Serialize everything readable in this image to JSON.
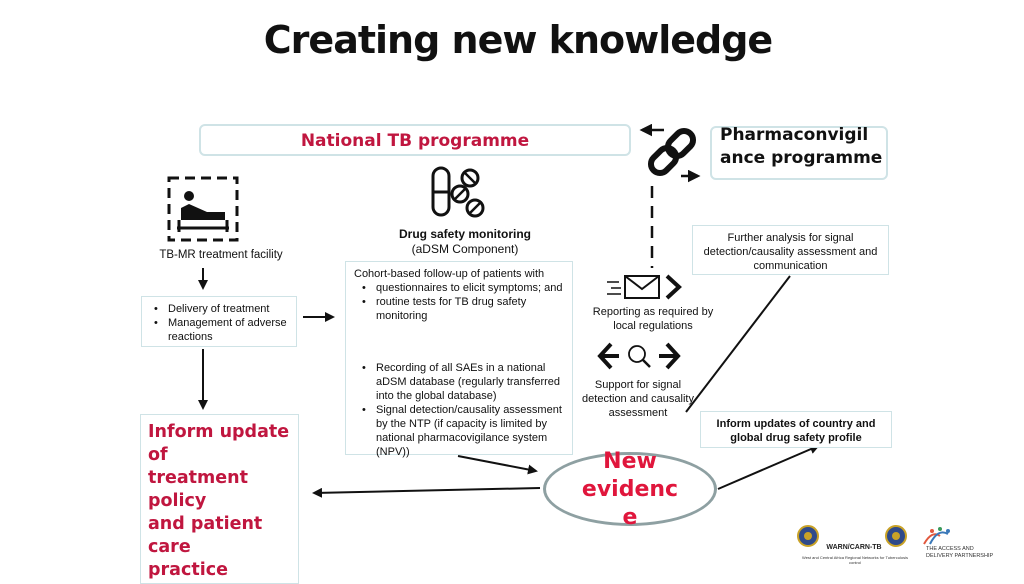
{
  "title": "Creating new knowledge",
  "national_tb_programme": "National TB programme",
  "pharmacovigilance_programme": "Pharmaconvigil ance programme",
  "facility": {
    "label": "TB-MR treatment facility",
    "bullets": [
      "Delivery of treatment",
      "Management of adverse reactions"
    ]
  },
  "drug_safety": {
    "title": "Drug safety monitoring",
    "subtitle": "(aDSM Component)",
    "intro": "Cohort-based follow-up of patients with",
    "bullets_a": [
      "questionnaires to elicit symptoms; and",
      "routine tests for TB drug safety monitoring"
    ],
    "bullets_b": [
      "Recording of all SAEs in a national aDSM database (regularly transferred into the global database)",
      "Signal detection/causality assessment by the NTP (if capacity is limited by national pharmacovigilance system (NPV))"
    ]
  },
  "further_analysis": "Further analysis for signal detection/causality assessment and communication",
  "reporting": "Reporting as required by local regulations",
  "support": "Support for signal detection and causality assessment",
  "inform_country": "Inform updates of country and global drug safety profile",
  "inform_policy": "Inform update of\ntreatment policy\nand patient care\npractice",
  "new_evidence": "New\nevidenc\ne",
  "logos": {
    "warn": "WARN/CARN-TB",
    "warn_sub": "West and Central Africa Regional Networks for Tuberculosis control",
    "adp": "THE ACCESS AND DELIVERY PARTNERSHIP"
  },
  "colors": {
    "accent_red": "#c0163f",
    "box_border": "#cfe3e6",
    "ellipse_border": "#8ea0a2"
  },
  "icons": [
    "patient-bed-icon",
    "pills-icon",
    "chain-link-icon",
    "email-send-icon",
    "magnifier-exchange-icon"
  ]
}
